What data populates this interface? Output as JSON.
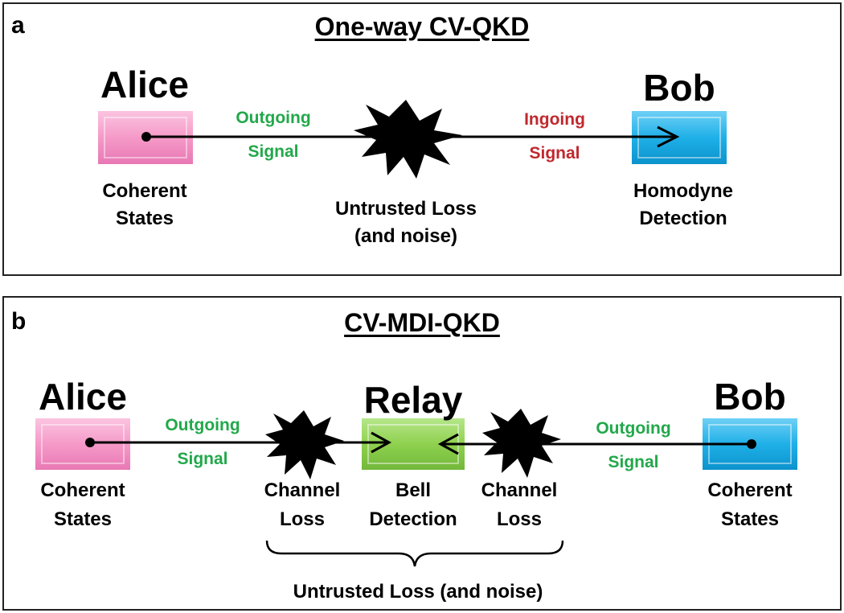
{
  "panel_a": {
    "letter": "a",
    "title": "One-way CV-QKD",
    "alice": {
      "name": "Alice",
      "line1": "Coherent",
      "line2": "States"
    },
    "bob": {
      "name": "Bob",
      "line1": "Homodyne",
      "line2": "Detection"
    },
    "outgoing": {
      "line1": "Outgoing",
      "line2": "Signal"
    },
    "ingoing": {
      "line1": "Ingoing",
      "line2": "Signal"
    },
    "loss": {
      "line1": "Untrusted Loss",
      "line2": "(and noise)"
    }
  },
  "panel_b": {
    "letter": "b",
    "title": "CV-MDI-QKD",
    "alice": {
      "name": "Alice",
      "line1": "Coherent",
      "line2": "States"
    },
    "relay": {
      "name": "Relay",
      "line1": "Bell",
      "line2": "Detection"
    },
    "bob": {
      "name": "Bob",
      "line1": "Coherent",
      "line2": "States"
    },
    "outgoing_left": {
      "line1": "Outgoing",
      "line2": "Signal"
    },
    "outgoing_right": {
      "line1": "Outgoing",
      "line2": "Signal"
    },
    "loss_left": {
      "line1": "Channel",
      "line2": "Loss"
    },
    "loss_right": {
      "line1": "Channel",
      "line2": "Loss"
    },
    "brace_label": "Untrusted Loss (and noise)"
  },
  "colors": {
    "alice_box": "#f59ac8",
    "bob_box": "#1fb0e8",
    "relay_box": "#8fd14f",
    "outgoing_text": "#22a84a",
    "ingoing_text": "#c0282d"
  }
}
